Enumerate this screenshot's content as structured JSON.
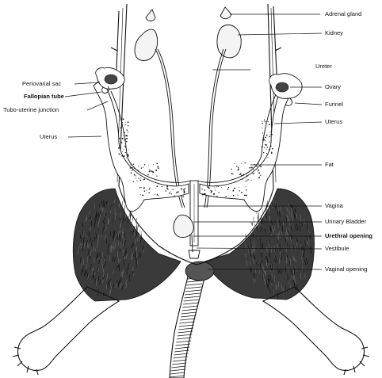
{
  "labels": {
    "adrenal_gland": "Adrenal gland",
    "kidney": "Kidney",
    "ureter": "Ureter",
    "ovary": "Ovary",
    "funnel": "Funnel",
    "uterus_right": "Uterus",
    "fat": "Fat",
    "vagina": "Vagina",
    "urinary_bladder": "Urinary Bladder",
    "urethral_opening": "Urethral opening",
    "vestibule": "Vestibule",
    "vaginal_opening": "Vaginal opening",
    "periovarial_sac": "Periovarial sac",
    "fallopian_tube": "Fallopian tube",
    "tubo_uterine_junction": "Tubo-uterine junction",
    "uterus_left": "Uterus"
  },
  "colors": {
    "line": "#111111",
    "fill": "#ffffff",
    "organ_fill": "#f4f4f4",
    "fur": "#2a2a2a"
  }
}
